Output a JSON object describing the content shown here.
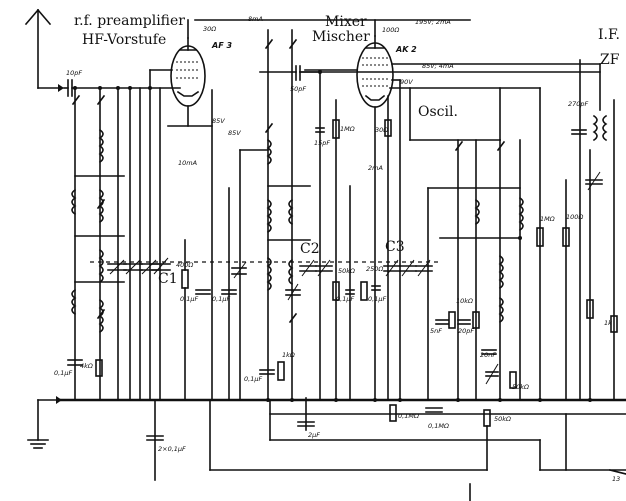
{
  "stage_labels": {
    "rf_en": "r.f. preamplifier",
    "rf_de": "HF-Vorstufe",
    "mixer_en": "Mixer",
    "mixer_de": "Mischer",
    "oscil": "Oscil.",
    "if_en": "I.F.",
    "if_de": "ZF"
  },
  "tubes": {
    "t1": "AF 3",
    "t2": "AK 2"
  },
  "tuning_caps": {
    "c1": "C1",
    "c2": "C2",
    "c3": "C3"
  },
  "values": {
    "v_30r": "30Ω",
    "v_8ma": "8mA",
    "v_100r": "100Ω",
    "v_195v": "195V; 2mA",
    "v_85v_4ma": "85V; 4mA",
    "v_90v": "90V",
    "v_10pf": "10pF",
    "v_50pf": "50pF",
    "v_270pf": "270pF",
    "v_85v_a": "85V",
    "v_85v_b": "85V",
    "v_10ma": "10mA",
    "v_2ma": "2mA",
    "v_1mohm": "1MΩ",
    "v_15pf": "15pF",
    "v_30ohm": "30Ω",
    "v_400r": "400Ω",
    "v_01uf_a": "0,1μF",
    "v_01uf_b": "0,1μF",
    "v_01uf_c": "0,1μF",
    "v_01uf_d": "0,1μF",
    "v_01uf_e": "0,1μF",
    "v_4kohm": "4kΩ",
    "v_50kohm": "50kΩ",
    "v_250r": "250Ω",
    "v_01mohm": "0,1MΩ",
    "v_01mohm_b": "0,1MΩ",
    "v_1kohm": "1kΩ",
    "v_2uf": "2μF",
    "v_2x01uf": "2×0,1μF",
    "v_01uf_f": "0,1μF",
    "v_5nf": "5nF",
    "v_10kohm": "10kΩ",
    "v_20pf": "20pF",
    "v_20nf": "20nF",
    "v_50kohm_b": "50kΩ",
    "v_50kohm_c": "50kΩ",
    "v_1mohm_b": "1MΩ",
    "v_100ohm_b": "100Ω",
    "v_1k": "1k",
    "v_13": "13"
  }
}
